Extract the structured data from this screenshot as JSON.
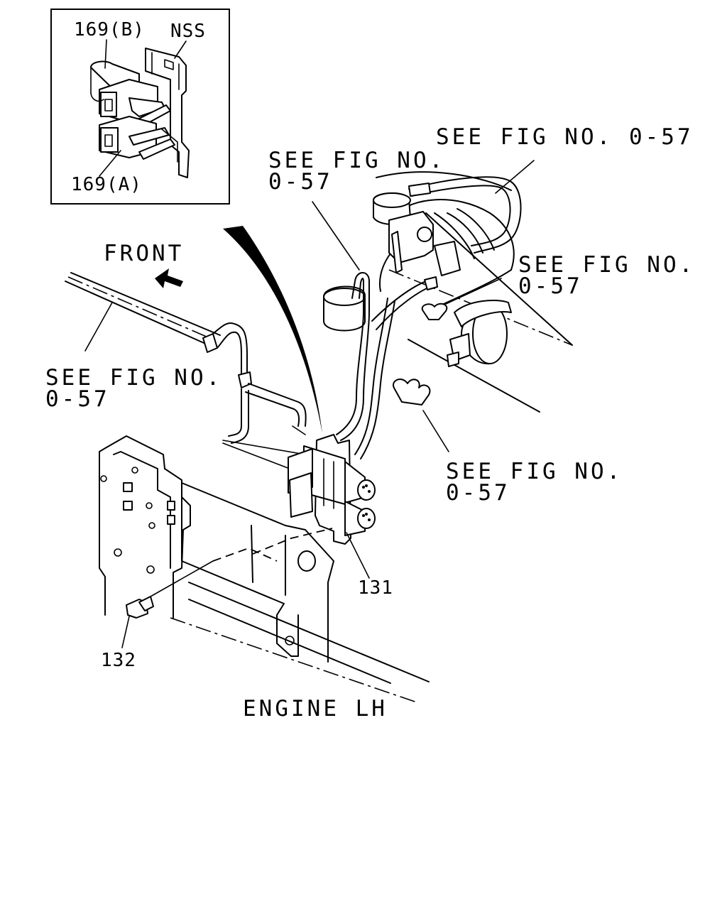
{
  "inset": {
    "callout_169b": "169(B)",
    "callout_nss": "NSS",
    "callout_169a": "169(A)"
  },
  "labels": {
    "see_fig_top_right": "SEE FIG NO. 0-57",
    "see_fig_center_line1": "SEE FIG NO.",
    "see_fig_center_line2": "0-57",
    "see_fig_right_line1": "SEE FIG NO.",
    "see_fig_right_line2": "0-57",
    "see_fig_left_line1": "SEE FIG NO.",
    "see_fig_left_line2": "0-57",
    "see_fig_lower_line1": "SEE FIG NO.",
    "see_fig_lower_line2": "0-57",
    "front": "FRONT",
    "engine_lh": "ENGINE LH"
  },
  "callouts": {
    "part_131": "131",
    "part_132": "132"
  }
}
